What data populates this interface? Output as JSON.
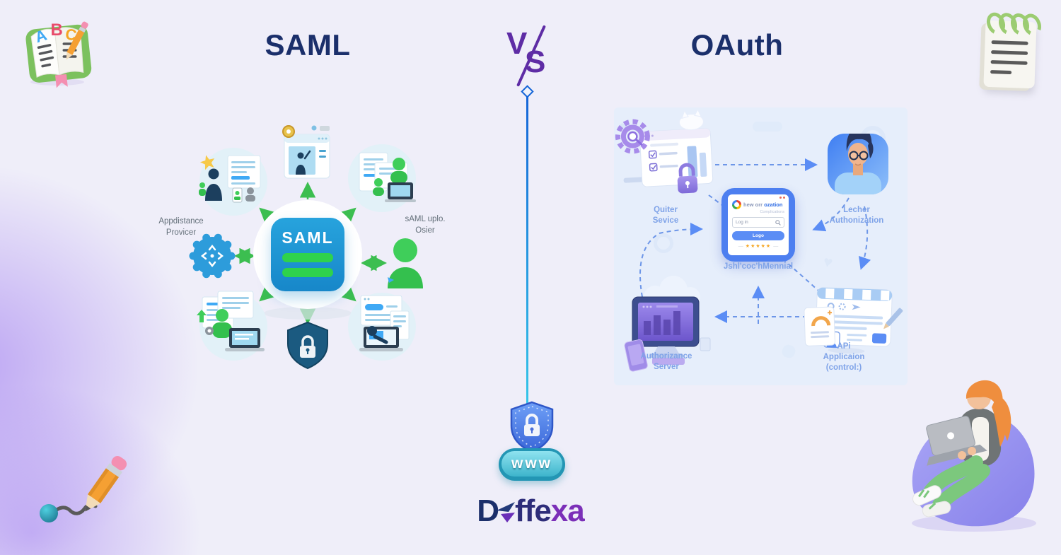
{
  "header": {
    "saml_title": "SAML",
    "vs_v": "V",
    "vs_s": "S",
    "oauth_title": "OAuth"
  },
  "saml_panel": {
    "center_label": "SAML",
    "left_label_line1": "Appdistance",
    "left_label_line2": "Provicer",
    "right_label_line1": "sAML uplo.",
    "right_label_line2": "Osier"
  },
  "oauth_panel": {
    "client_label_line1": "Quiter",
    "client_label_line2": "Sevice",
    "user_label_line1": "Lecher",
    "user_label_line2": "Authonization",
    "center_label": "Jshl'coc'hMennial",
    "server_label_line1": "Authorizance",
    "server_label_line2": "Server",
    "api_label_line1": "APi",
    "api_label_line2": "Applicaion",
    "api_label_line3": "(control:)",
    "login_card": {
      "brand_light": "hew orr",
      "brand_bold": "ozation",
      "subtitle": "Complications",
      "input_value": "Log in",
      "button_label": "Logo",
      "stars": "★★★★★",
      "stars_dash": "—"
    }
  },
  "footer": {
    "www_label": "www",
    "brand_d": "D",
    "brand_part1": "ffe",
    "brand_part2": "xa"
  },
  "decor": {
    "book_letter_a": "A",
    "book_letter_b": "B",
    "book_letter_c": "C"
  },
  "icons": {
    "heart": "♥",
    "vs_slash": "diagonal-slash",
    "center_shield": "shield-with-padlock",
    "google_g": "google-g-ring",
    "magnifier": "search"
  },
  "colors": {
    "background": "#efeef9",
    "title_navy": "#1b2f6b",
    "vs_purple": "#5e2ca5",
    "saml_blue": "#1d9ad8",
    "saml_green": "#2fd24c",
    "arrow_green": "#3cbe50",
    "oauth_bg": "#e6eefb",
    "oauth_accent": "#4d7ff0",
    "oauth_label": "#7fa3e8",
    "divider_blue": "#1565d8",
    "divider_cyan": "#35c6e8",
    "www_teal": "#3db4cc",
    "brand_purple": "#7b2fb8"
  }
}
